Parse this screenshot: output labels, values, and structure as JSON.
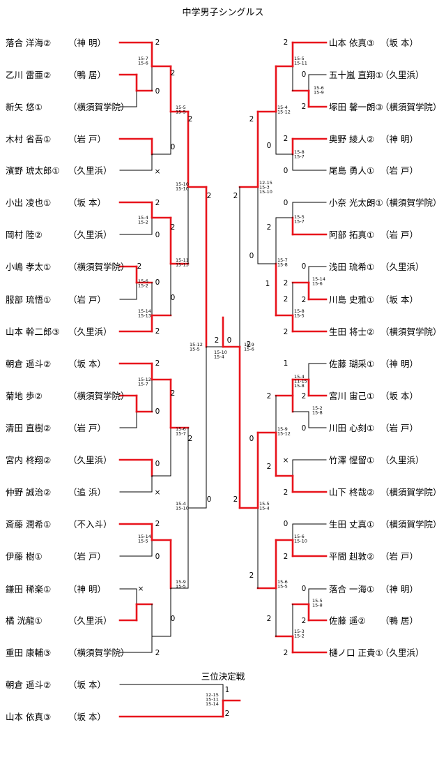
{
  "title": "中学男子シングルス",
  "third_place_label": "三位決定戦",
  "players": {
    "left": [
      {
        "name": "落合 洋海②",
        "school": "（神 明）"
      },
      {
        "name": "乙川 雷亜②",
        "school": "（鴨 居）"
      },
      {
        "name": "新矢 悠①",
        "school": "（横須賀学院）"
      },
      {
        "name": "木村 省吾①",
        "school": "（岩 戸）"
      },
      {
        "name": "濱野 琥太郎①",
        "school": "（久里浜）"
      },
      {
        "name": "小出 凌也①",
        "school": "（坂 本）"
      },
      {
        "name": "岡村 陸②",
        "school": "（久里浜）"
      },
      {
        "name": "小嶋 孝太①",
        "school": "（横須賀学院）"
      },
      {
        "name": "服部 琉悟①",
        "school": "（岩 戸）"
      },
      {
        "name": "山本 幹二郎③",
        "school": "（久里浜）"
      },
      {
        "name": "朝倉 遥斗②",
        "school": "（坂 本）"
      },
      {
        "name": "菊地 歩②",
        "school": "（横須賀学院）"
      },
      {
        "name": "清田 直樹②",
        "school": "（岩 戸）"
      },
      {
        "name": "宮内 柊翔②",
        "school": "（久里浜）"
      },
      {
        "name": "仲野 誠治②",
        "school": "（追 浜）"
      },
      {
        "name": "斎藤 潤希①",
        "school": "（不入斗）"
      },
      {
        "name": "伊藤 樹①",
        "school": "（岩 戸）"
      },
      {
        "name": "鎌田 稀楽①",
        "school": "（神 明）"
      },
      {
        "name": "橘 洸龍①",
        "school": "（久里浜）"
      },
      {
        "name": "重田 康輔③",
        "school": "（横須賀学院）"
      }
    ],
    "right": [
      {
        "name": "山本 依真③",
        "school": "（坂 本）"
      },
      {
        "name": "五十嵐 直翔①",
        "school": "（久里浜）"
      },
      {
        "name": "塚田 馨一朗③",
        "school": "（横須賀学院）"
      },
      {
        "name": "奥野 綾人②",
        "school": "（神 明）"
      },
      {
        "name": "尾島 勇人①",
        "school": "（岩 戸）"
      },
      {
        "name": "小奈 光太朗①",
        "school": "（横須賀学院）"
      },
      {
        "name": "阿部 拓真①",
        "school": "（岩 戸）"
      },
      {
        "name": "浅田 琉希①",
        "school": "（久里浜）"
      },
      {
        "name": "川島 史雅①",
        "school": "（坂 本）"
      },
      {
        "name": "生田 将士②",
        "school": "（横須賀学院）"
      },
      {
        "name": "佐藤 瑚采①",
        "school": "（神 明）"
      },
      {
        "name": "宮川 宙己①",
        "school": "（坂 本）"
      },
      {
        "name": "川田 心刻①",
        "school": "（岩 戸）"
      },
      {
        "name": "竹澤 惺留①",
        "school": "（久里浜）"
      },
      {
        "name": "山下 柊哉②",
        "school": "（横須賀学院）"
      },
      {
        "name": "生田 丈真①",
        "school": "（横須賀学院）"
      },
      {
        "name": "平間 赳敦②",
        "school": "（岩 戸）"
      },
      {
        "name": "落合 一海①",
        "school": "（神 明）"
      },
      {
        "name": "佐藤 遥②",
        "school": "（鴨 居）"
      },
      {
        "name": "樋ノ口 正貴①",
        "school": "（久里浜）"
      }
    ],
    "third": [
      {
        "name": "朝倉 遥斗②",
        "school": "（坂 本）"
      },
      {
        "name": "山本 依真③",
        "school": "（坂 本）"
      }
    ]
  },
  "matches": [
    {
      "id": "L1",
      "scores": [
        "15-7",
        "15-6"
      ],
      "result": [
        "2",
        "0"
      ]
    },
    {
      "id": "L2",
      "scores": [
        "15-5",
        "15-5"
      ],
      "result": [
        "2",
        "0"
      ]
    },
    {
      "id": "L3",
      "scores": [],
      "result": [
        "0",
        "×"
      ]
    },
    {
      "id": "L4",
      "scores": [
        "15-4",
        "15-2"
      ],
      "result": [
        "2",
        "0"
      ]
    },
    {
      "id": "L5",
      "scores": [
        "15-6",
        "15-2"
      ],
      "result": [
        "2",
        "0"
      ]
    },
    {
      "id": "L6",
      "scores": [
        "15-11",
        "15-13"
      ],
      "result": [
        "2",
        "0"
      ]
    },
    {
      "id": "L7",
      "scores": [
        "15-14",
        "15-13"
      ],
      "result": [
        "0",
        "2"
      ]
    },
    {
      "id": "L8",
      "scores": [
        "15-10",
        "15-10"
      ],
      "result": [
        "2",
        "2"
      ]
    },
    {
      "id": "L9",
      "scores": [
        "15-12",
        "15-7"
      ],
      "result": [
        "2",
        "0"
      ]
    },
    {
      "id": "L10",
      "scores": [
        "15-6",
        "15-7"
      ],
      "result": [
        "2",
        "0"
      ]
    },
    {
      "id": "L11",
      "scores": [],
      "result": [
        "0",
        "×"
      ]
    },
    {
      "id": "L12",
      "scores": [
        "15-14",
        "15-5"
      ],
      "result": [
        "2",
        "0"
      ]
    },
    {
      "id": "L13",
      "scores": [
        "15-9",
        "15-5"
      ],
      "result": [
        "×",
        "0"
      ]
    },
    {
      "id": "L14",
      "scores": [
        "15-4",
        "15-10"
      ],
      "result": [
        "2",
        "0"
      ]
    },
    {
      "id": "L15",
      "scores": [
        "15-12",
        "15-5"
      ],
      "result": [
        "2",
        "0"
      ]
    },
    {
      "id": "L16",
      "scores": [
        "15-11",
        "15-13"
      ],
      "result": [
        "0",
        "2"
      ]
    },
    {
      "id": "R1",
      "scores": [
        "15-5",
        "15-11"
      ],
      "result": [
        "2",
        "0"
      ]
    },
    {
      "id": "R2",
      "scores": [
        "15-6",
        "15-9"
      ],
      "result": [
        "0",
        "2"
      ]
    },
    {
      "id": "R3",
      "scores": [
        "15-4",
        "15-12"
      ],
      "result": [
        "2",
        "0"
      ]
    },
    {
      "id": "R4",
      "scores": [
        "15-8",
        "15-7"
      ],
      "result": [
        "2",
        "0"
      ]
    },
    {
      "id": "R5",
      "scores": [
        "12-15",
        "15-3",
        "15-10"
      ],
      "result": [
        "2",
        "0"
      ]
    },
    {
      "id": "R6",
      "scores": [
        "15-5",
        "15-7"
      ],
      "result": [
        "0",
        "2"
      ]
    },
    {
      "id": "R7",
      "scores": [
        "15-14",
        "15-6"
      ],
      "result": [
        "0",
        "2"
      ]
    },
    {
      "id": "R8",
      "scores": [
        "15-7",
        "15-8"
      ],
      "result": [
        "1",
        "2"
      ]
    },
    {
      "id": "R9",
      "scores": [
        "15-8",
        "15-5"
      ],
      "result": [
        "2",
        "2"
      ]
    },
    {
      "id": "R10",
      "scores": [
        "15-9",
        "15-6"
      ],
      "result": [
        "2",
        "0"
      ]
    },
    {
      "id": "R11",
      "scores": [
        "15-4",
        "11-15",
        "15-8"
      ],
      "result": [
        "1",
        "2"
      ]
    },
    {
      "id": "R12",
      "scores": [
        "15-2",
        "15-8"
      ],
      "result": [
        "2",
        "0"
      ]
    },
    {
      "id": "R13",
      "scores": [
        "15-9",
        "15-12"
      ],
      "result": [
        "0",
        "2"
      ]
    },
    {
      "id": "R14",
      "scores": [],
      "result": [
        "×",
        "2"
      ]
    },
    {
      "id": "R15",
      "scores": [
        "15-5",
        "15-4"
      ],
      "result": [
        "2",
        "2"
      ]
    },
    {
      "id": "R16",
      "scores": [
        "15-6",
        "15-10"
      ],
      "result": [
        "0",
        "2"
      ]
    },
    {
      "id": "R17",
      "scores": [
        "15-5",
        "15-8"
      ],
      "result": [
        "0",
        "2"
      ]
    },
    {
      "id": "R18",
      "scores": [
        "15-6",
        "15-5"
      ],
      "result": [
        "2",
        "2"
      ]
    },
    {
      "id": "R19",
      "scores": [
        "15-3",
        "15-2"
      ],
      "result": [
        "2",
        "0"
      ]
    },
    {
      "id": "F",
      "scores": [
        "15-10",
        "15-4"
      ],
      "result": [
        "0",
        "2"
      ]
    },
    {
      "id": "T3",
      "scores": [
        "12-15",
        "15-11",
        "15-14"
      ],
      "result": [
        "1",
        "2"
      ]
    }
  ],
  "colors": {
    "win": "#e8141c",
    "lose": "#000000"
  }
}
